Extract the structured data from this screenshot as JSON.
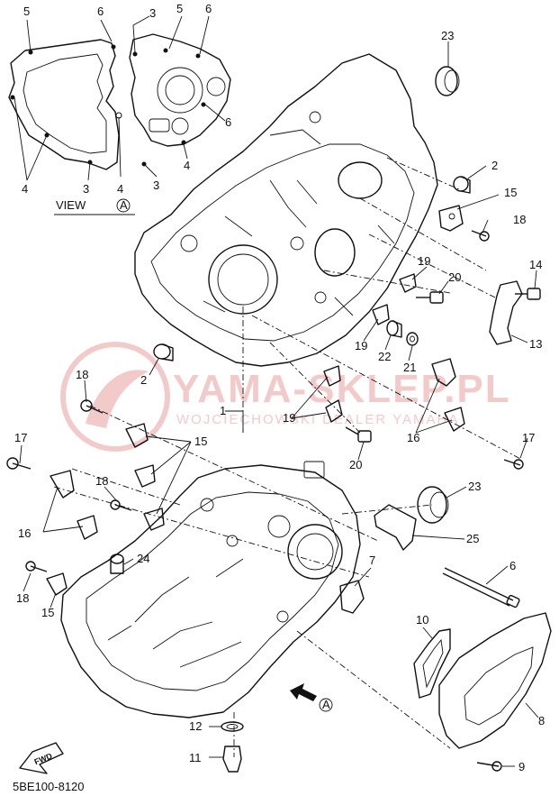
{
  "view_label": "VIEW",
  "view_mark": "A",
  "fwd_label": "FWD",
  "direction_mark": "A",
  "catalog_code": "5BE100-8120",
  "watermark": {
    "title": "YAMA-SKLEP.PL",
    "subtitle": "WOJCIECHOWSKI DEALER YAMAHA"
  },
  "callouts": [
    {
      "id": "c-5a",
      "text": "5"
    },
    {
      "id": "c-6a",
      "text": "6"
    },
    {
      "id": "c-3a",
      "text": "3"
    },
    {
      "id": "c-5b",
      "text": "5"
    },
    {
      "id": "c-6b",
      "text": "6"
    },
    {
      "id": "c-6c",
      "text": "6"
    },
    {
      "id": "c-4a",
      "text": "4"
    },
    {
      "id": "c-4b",
      "text": "4"
    },
    {
      "id": "c-3b",
      "text": "3"
    },
    {
      "id": "c-4c",
      "text": "4"
    },
    {
      "id": "c-3c",
      "text": "3"
    },
    {
      "id": "c-23a",
      "text": "23"
    },
    {
      "id": "c-2a",
      "text": "2"
    },
    {
      "id": "c-15a",
      "text": "15"
    },
    {
      "id": "c-18a",
      "text": "18"
    },
    {
      "id": "c-19a",
      "text": "19"
    },
    {
      "id": "c-20a",
      "text": "20"
    },
    {
      "id": "c-14",
      "text": "14"
    },
    {
      "id": "c-13",
      "text": "13"
    },
    {
      "id": "c-19b",
      "text": "19"
    },
    {
      "id": "c-22",
      "text": "22"
    },
    {
      "id": "c-21",
      "text": "21"
    },
    {
      "id": "c-2b",
      "text": "2"
    },
    {
      "id": "c-18b",
      "text": "18"
    },
    {
      "id": "c-1",
      "text": "1"
    },
    {
      "id": "c-19c",
      "text": "19"
    },
    {
      "id": "c-16a",
      "text": "16"
    },
    {
      "id": "c-17a",
      "text": "17"
    },
    {
      "id": "c-20b",
      "text": "20"
    },
    {
      "id": "c-17b",
      "text": "17"
    },
    {
      "id": "c-15b",
      "text": "15"
    },
    {
      "id": "c-18c",
      "text": "18"
    },
    {
      "id": "c-16b",
      "text": "16"
    },
    {
      "id": "c-24",
      "text": "24"
    },
    {
      "id": "c-18d",
      "text": "18"
    },
    {
      "id": "c-15c",
      "text": "15"
    },
    {
      "id": "c-23b",
      "text": "23"
    },
    {
      "id": "c-25",
      "text": "25"
    },
    {
      "id": "c-7",
      "text": "7"
    },
    {
      "id": "c-6d",
      "text": "6"
    },
    {
      "id": "c-10",
      "text": "10"
    },
    {
      "id": "c-8",
      "text": "8"
    },
    {
      "id": "c-12",
      "text": "12"
    },
    {
      "id": "c-11",
      "text": "11"
    },
    {
      "id": "c-9",
      "text": "9"
    }
  ]
}
